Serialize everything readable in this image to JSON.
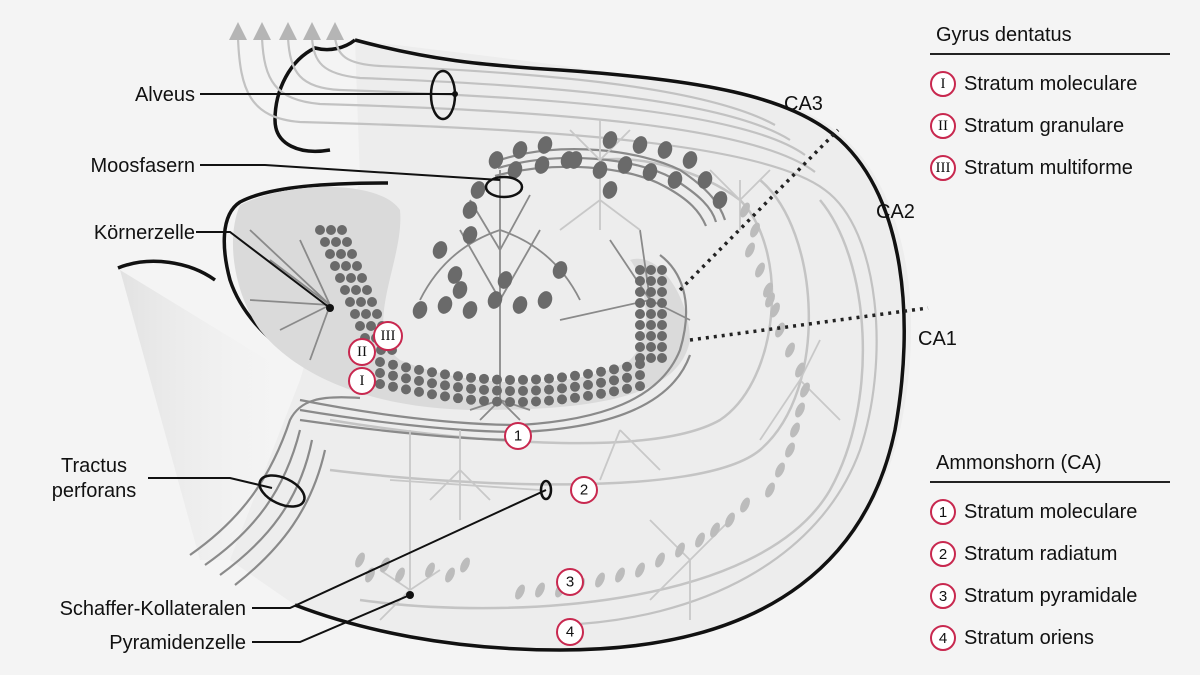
{
  "labels": {
    "alveus": "Alveus",
    "moosfasern": "Moosfasern",
    "koernerzelle": "Körnerzelle",
    "tractus_line1": "Tractus",
    "tractus_line2": "perforans",
    "schaffer": "Schaffer-Kollateralen",
    "pyramidenzelle": "Pyramidenzelle",
    "ca3": "CA3",
    "ca2": "CA2",
    "ca1": "CA1"
  },
  "gyrus_dentatus": {
    "title": "Gyrus dentatus",
    "items": [
      {
        "marker": "I",
        "text": "Stratum moleculare"
      },
      {
        "marker": "II",
        "text": "Stratum granulare"
      },
      {
        "marker": "III",
        "text": "Stratum multiforme"
      }
    ]
  },
  "ammonshorn": {
    "title": "Ammonshorn (CA)",
    "items": [
      {
        "marker": "1",
        "text": "Stratum moleculare"
      },
      {
        "marker": "2",
        "text": "Stratum radiatum"
      },
      {
        "marker": "3",
        "text": "Stratum pyramidale"
      },
      {
        "marker": "4",
        "text": "Stratum oriens"
      }
    ]
  },
  "colors": {
    "marker_ring": "#c8284f",
    "outline": "#111111",
    "dark_cells": "#6a6a6a",
    "light_fibers": "#c4c4c4",
    "dentate_fill": "#dadada"
  }
}
